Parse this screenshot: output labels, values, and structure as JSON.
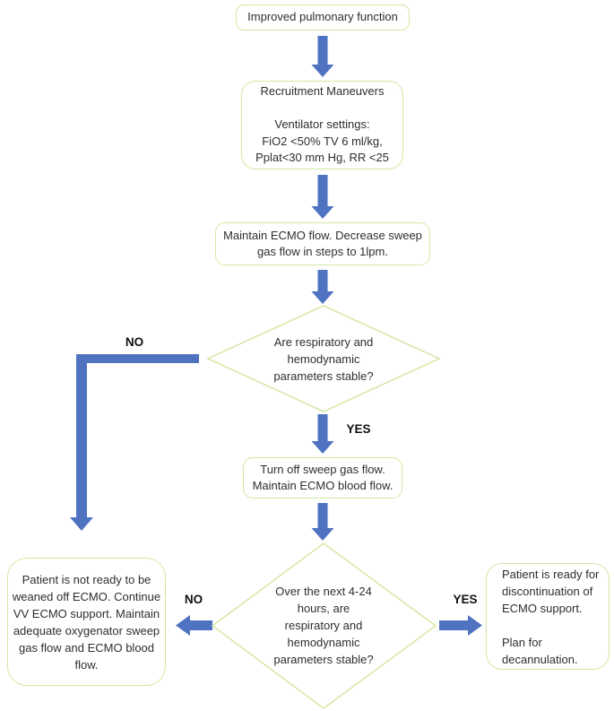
{
  "colors": {
    "box_border": "#d4e7a4",
    "arrow": "#4f73c1",
    "text": "#2e2e2e",
    "label": "#111111",
    "bg": "#ffffff"
  },
  "nodes": {
    "improved_pulmonary": {
      "text": "Improved pulmonary function"
    },
    "recruitment": {
      "text": "Recruitment Maneuvers\n\nVentilator settings:\nFiO2 <50% TV 6 ml/kg,\nPplat<30 mm Hg, RR <25"
    },
    "maintain_ecmo": {
      "text": "Maintain ECMO flow. Decrease sweep\ngas flow in steps to 1lpm."
    },
    "decision_stable": {
      "text": "Are respiratory and\nhemodynamic\nparameters stable?"
    },
    "turn_off_sweep": {
      "text": "Turn off sweep gas flow.\nMaintain ECMO blood flow."
    },
    "decision_4_24": {
      "text": "Over the next 4-24\nhours, are\nrespiratory and\nhemodynamic\nparameters stable?"
    },
    "not_ready": {
      "text": "Patient is not ready to be\nweaned off ECMO. Continue\nVV ECMO support. Maintain\nadequate oxygenator sweep\ngas flow and ECMO blood\nflow."
    },
    "ready": {
      "text": "Patient is ready for\ndiscontinuation of\nECMO support.\n\nPlan for\ndecannulation."
    }
  },
  "branch_labels": {
    "decision1_no": "NO",
    "decision1_yes": "YES",
    "decision2_no": "NO",
    "decision2_yes": "YES"
  }
}
